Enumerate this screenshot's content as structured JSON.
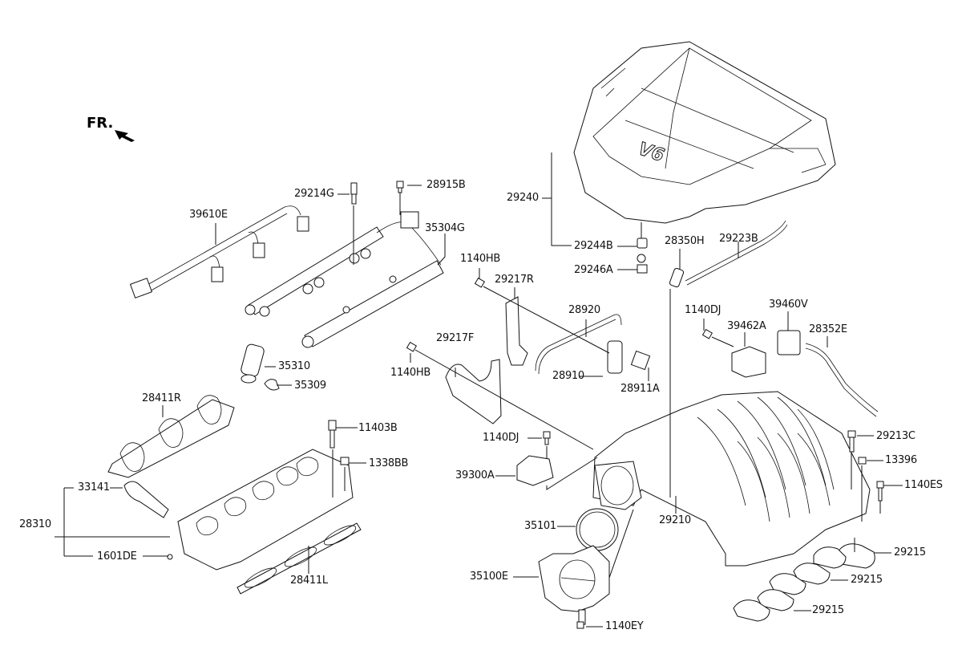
{
  "diagram": {
    "title_marker": "FR.",
    "orientation_icon": "front-arrow-icon",
    "labels": [
      {
        "id": "39610E",
        "text": "39610E",
        "part": "injector wiring harness"
      },
      {
        "id": "29214G",
        "text": "29214G",
        "part": "bolt"
      },
      {
        "id": "28915B",
        "text": "28915B",
        "part": "bolt"
      },
      {
        "id": "35304G",
        "text": "35304G",
        "part": "fuel delivery pipe"
      },
      {
        "id": "35310",
        "text": "35310",
        "part": "fuel injector"
      },
      {
        "id": "35309",
        "text": "35309",
        "part": "injector clip"
      },
      {
        "id": "28411R",
        "text": "28411R",
        "part": "gasket RH"
      },
      {
        "id": "11403B",
        "text": "11403B",
        "part": "bolt"
      },
      {
        "id": "1338BB",
        "text": "1338BB",
        "part": "nut"
      },
      {
        "id": "33141",
        "text": "33141",
        "part": "hose"
      },
      {
        "id": "28310",
        "text": "28310",
        "part": "lower intake manifold"
      },
      {
        "id": "1601DE",
        "text": "1601DE",
        "part": "plug"
      },
      {
        "id": "28411L",
        "text": "28411L",
        "part": "gasket LH"
      },
      {
        "id": "29240",
        "text": "29240",
        "part": "engine cover"
      },
      {
        "id": "29244B",
        "text": "29244B",
        "part": "grommet"
      },
      {
        "id": "29246A",
        "text": "29246A",
        "part": "pin"
      },
      {
        "id": "28350H",
        "text": "28350H",
        "part": "PCV fitting"
      },
      {
        "id": "29223B",
        "text": "29223B",
        "part": "hose"
      },
      {
        "id": "1140HB_top",
        "text": "1140HB",
        "part": "bolt"
      },
      {
        "id": "29217R",
        "text": "29217R",
        "part": "bracket RH"
      },
      {
        "id": "28920",
        "text": "28920",
        "part": "hose"
      },
      {
        "id": "28910",
        "text": "28910",
        "part": "valve"
      },
      {
        "id": "28911A",
        "text": "28911A",
        "part": "bracket"
      },
      {
        "id": "1140DJ_top",
        "text": "1140DJ",
        "part": "bolt"
      },
      {
        "id": "39462A",
        "text": "39462A",
        "part": "bracket"
      },
      {
        "id": "39460V",
        "text": "39460V",
        "part": "solenoid valve"
      },
      {
        "id": "28352E",
        "text": "28352E",
        "part": "hose"
      },
      {
        "id": "29217F",
        "text": "29217F",
        "part": "bracket FR"
      },
      {
        "id": "1140HB_bottom",
        "text": "1140HB",
        "part": "bolt"
      },
      {
        "id": "1140DJ_bottom",
        "text": "1140DJ",
        "part": "bolt"
      },
      {
        "id": "39300A",
        "text": "39300A",
        "part": "sensor"
      },
      {
        "id": "35101",
        "text": "35101",
        "part": "gasket"
      },
      {
        "id": "35100E",
        "text": "35100E",
        "part": "throttle body"
      },
      {
        "id": "1140EY",
        "text": "1140EY",
        "part": "bolt"
      },
      {
        "id": "29210",
        "text": "29210",
        "part": "upper intake manifold"
      },
      {
        "id": "29213C",
        "text": "29213C",
        "part": "bolt"
      },
      {
        "id": "13396",
        "text": "13396",
        "part": "nut"
      },
      {
        "id": "1140ES",
        "text": "1140ES",
        "part": "bolt"
      },
      {
        "id": "29215_a",
        "text": "29215",
        "part": "gasket"
      },
      {
        "id": "29215_b",
        "text": "29215",
        "part": "gasket"
      },
      {
        "id": "29215_c",
        "text": "29215",
        "part": "gasket"
      }
    ],
    "cover_badge": "V6"
  }
}
